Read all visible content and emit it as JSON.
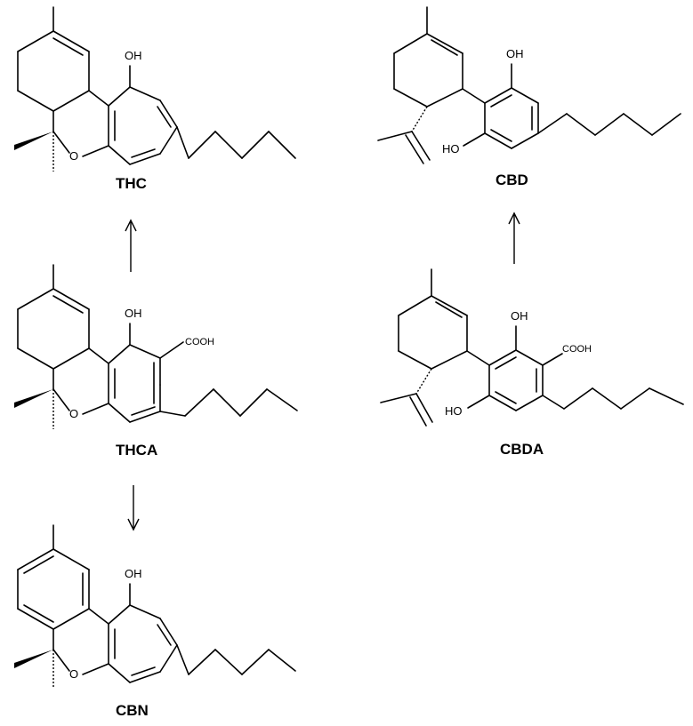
{
  "compounds": {
    "thc": {
      "name": "THC",
      "hydroxyl": "OH",
      "ring_oxygen": "O"
    },
    "thca": {
      "name": "THCA",
      "hydroxyl": "OH",
      "ring_oxygen": "O",
      "acid": "COOH"
    },
    "cbn": {
      "name": "CBN",
      "hydroxyl": "OH",
      "ring_oxygen": "O"
    },
    "cbd": {
      "name": "CBD",
      "hydroxyl_top": "OH",
      "hydroxyl_bottom": "HO"
    },
    "cbda": {
      "name": "CBDA",
      "hydroxyl_top": "OH",
      "hydroxyl_bottom": "HO",
      "acid": "COOH"
    }
  },
  "conversions": [
    {
      "from": "THCA",
      "to": "THC"
    },
    {
      "from": "THCA",
      "to": "CBN"
    },
    {
      "from": "CBDA",
      "to": "CBD"
    }
  ]
}
